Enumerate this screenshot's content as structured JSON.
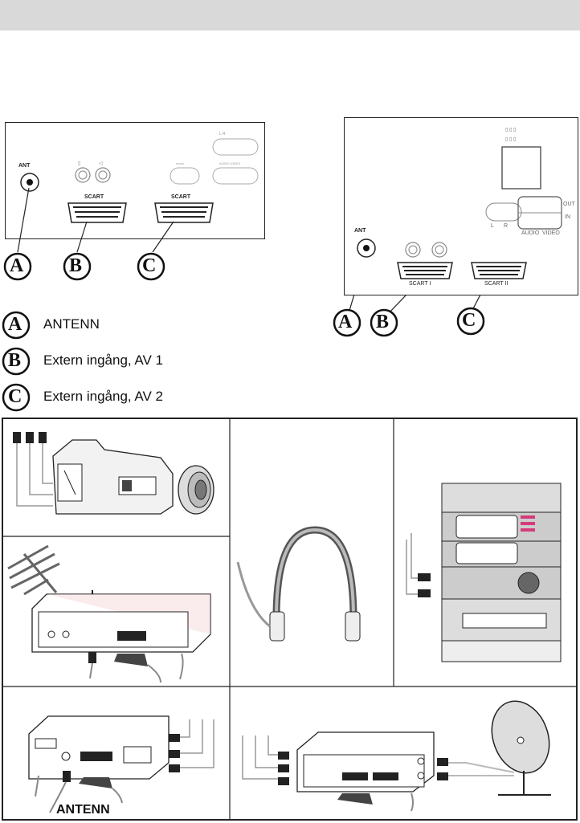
{
  "panel_left": {
    "ant_label": "ANT",
    "scart1_label": "SCART",
    "scart2_label": "SCART",
    "callouts": [
      "A",
      "B",
      "C"
    ]
  },
  "panel_right": {
    "ant_label": "ANT",
    "scart1_label": "SCART I",
    "scart2_label": "SCART II",
    "out_label": "OUT",
    "in_label": "IN",
    "audio_label": "AUDIO",
    "video_label": "VIDEO",
    "l_label": "L",
    "r_label": "R",
    "callouts": [
      "A",
      "B",
      "C"
    ]
  },
  "legend": [
    {
      "letter": "A",
      "text": "ANTENN"
    },
    {
      "letter": "B",
      "text": "Extern ingång, AV 1"
    },
    {
      "letter": "C",
      "text": "Extern ingång, AV 2"
    }
  ],
  "devices": {
    "vcr_antenna_label": "ANTENN"
  }
}
